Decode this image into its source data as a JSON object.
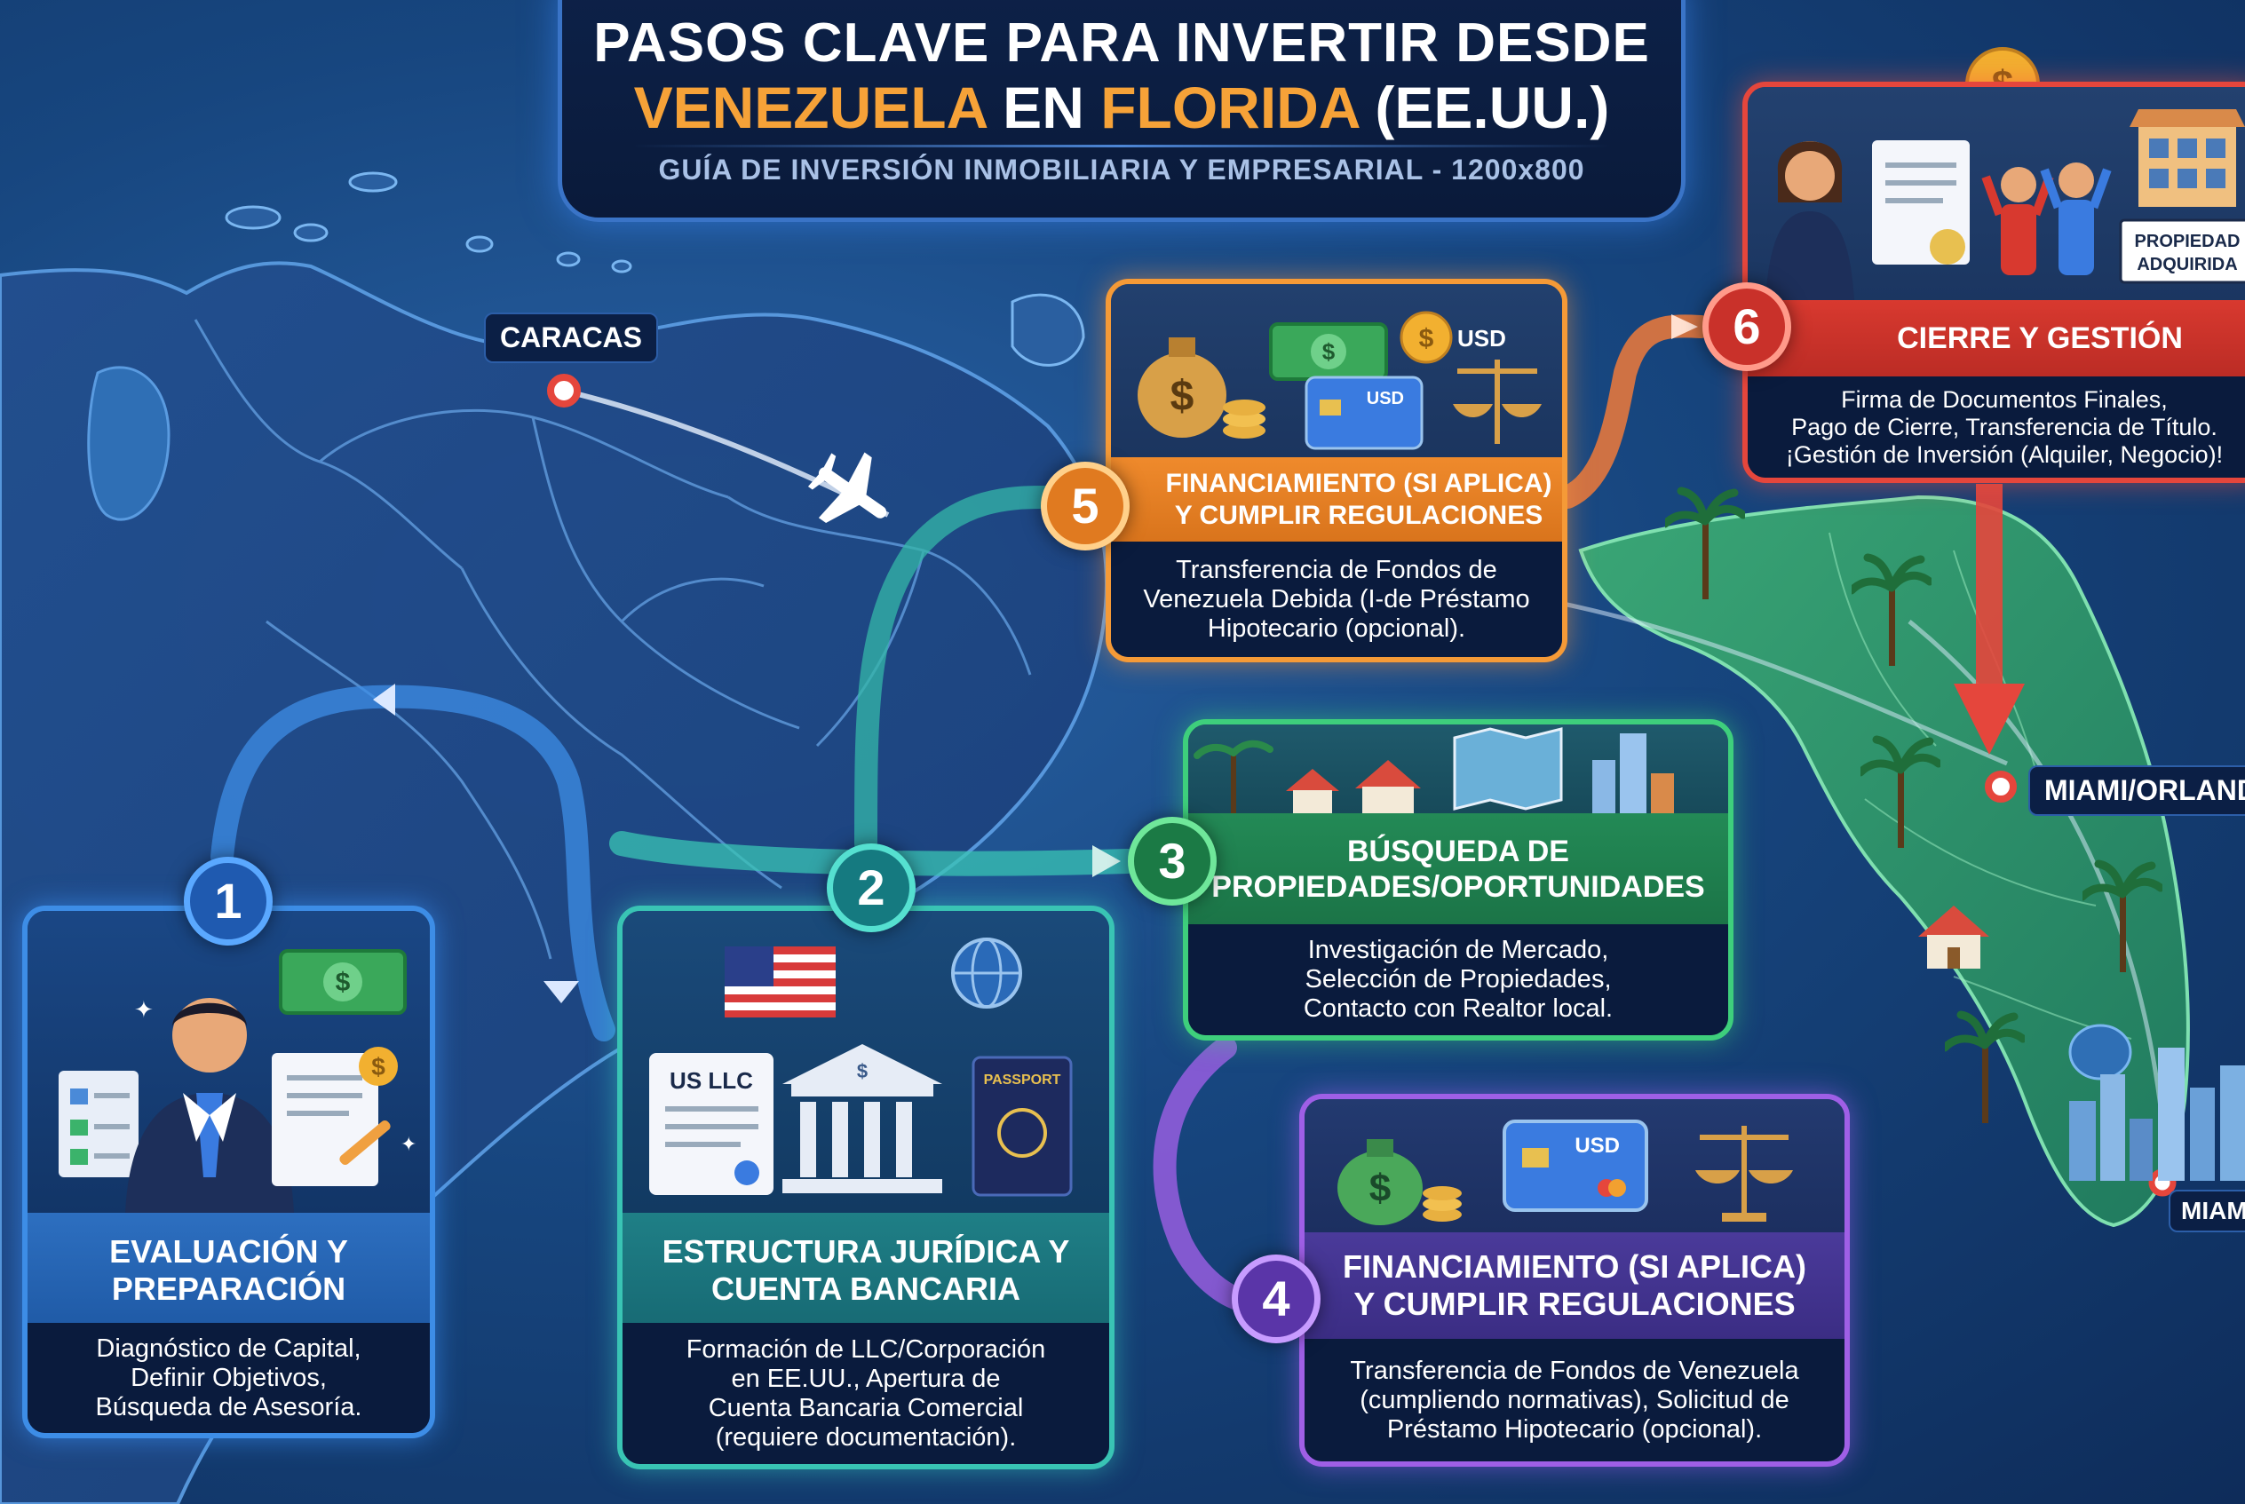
{
  "title": {
    "line1": "PASOS CLAVE PARA INVERTIR DESDE",
    "line2_a": "VENEZUELA",
    "line2_b": " EN ",
    "line2_c": "FLORIDA",
    "line2_d": " (EE.UU.)",
    "subtitle": "GUÍA DE INVERSIÓN INMOBILIARIA Y EMPRESARIAL - 1200x800"
  },
  "cities": {
    "caracas": "CARACAS",
    "miami_orlando": "MIAMI/ORLAND",
    "miami": "MIAM"
  },
  "steps": [
    {
      "num": "1",
      "title_l1": "EVALUACIÓN Y",
      "title_l2": "PREPARACIÓN",
      "desc_l1": "Diagnóstico de Capital,",
      "desc_l2": "Definir Objetivos,",
      "desc_l3": "Búsqueda de Asesoría."
    },
    {
      "num": "2",
      "title_l1": "ESTRUCTURA JURÍDICA Y",
      "title_l2": "CUENTA BANCARIA",
      "desc_l1": "Formación de LLC/Corporación",
      "desc_l2": "en EE.UU., Apertura de",
      "desc_l3": "Cuenta Bancaria Comercial",
      "desc_l4": "(requiere documentación).",
      "doc_label": "US LLC",
      "passport_label": "PASSPORT"
    },
    {
      "num": "3",
      "title_l1": "BÚSQUEDA DE",
      "title_l2": "PROPIEDADES/OPORTUNIDADES",
      "desc_l1": "Investigación de Mercado,",
      "desc_l2": "Selección de Propiedades,",
      "desc_l3": "Contacto con Realtor local."
    },
    {
      "num": "4",
      "title_l1": "FINANCIAMIENTO (SI APLICA)",
      "title_l2": "Y CUMPLIR REGULACIONES",
      "desc_l1": "Transferencia de Fondos de Venezuela",
      "desc_l2": "(cumpliendo normativas), Solicitud de",
      "desc_l3": "Préstamo Hipotecario (opcional).",
      "card_label": "USD"
    },
    {
      "num": "5",
      "title_l1": "FINANCIAMIENTO (SI APLICA)",
      "title_l2": "Y CUMPLIR REGULACIONES",
      "desc_l1": "Transferencia de Fondos de",
      "desc_l2": "Venezuela Debida (I-de Préstamo",
      "desc_l3": "Hipotecario (opcional).",
      "coin_label": "USD",
      "card_label": "USD"
    },
    {
      "num": "6",
      "title_l1": "CIERRE Y GESTIÓN",
      "desc_l1": "Firma de Documentos Finales,",
      "desc_l2": "Pago de Cierre, Transferencia de Título.",
      "desc_l3": "¡Gestión de Inversión (Alquiler, Negocio)!",
      "sign_l1": "PROPIEDAD",
      "sign_l2": "ADQUIRIDA"
    }
  ],
  "icons": {
    "dollar": "dollar-symbol",
    "plane": "airplane-icon",
    "palm": "palm-tree-icon",
    "house": "house-icon",
    "bank": "bank-icon",
    "scale": "justice-scale-icon",
    "flag": "us-flag-icon",
    "globe": "globe-icon",
    "person": "businessman-icon"
  },
  "colors": {
    "step1": "#3d8de6",
    "step2": "#39c4b4",
    "step3": "#3ecf7c",
    "step4": "#9f5fe6",
    "step5": "#f59a37",
    "step6": "#e5463c",
    "title_highlight": "#f6a238",
    "ocean": "#17467f",
    "venezuela": "#1d4a87",
    "florida": "#2e9a72"
  }
}
